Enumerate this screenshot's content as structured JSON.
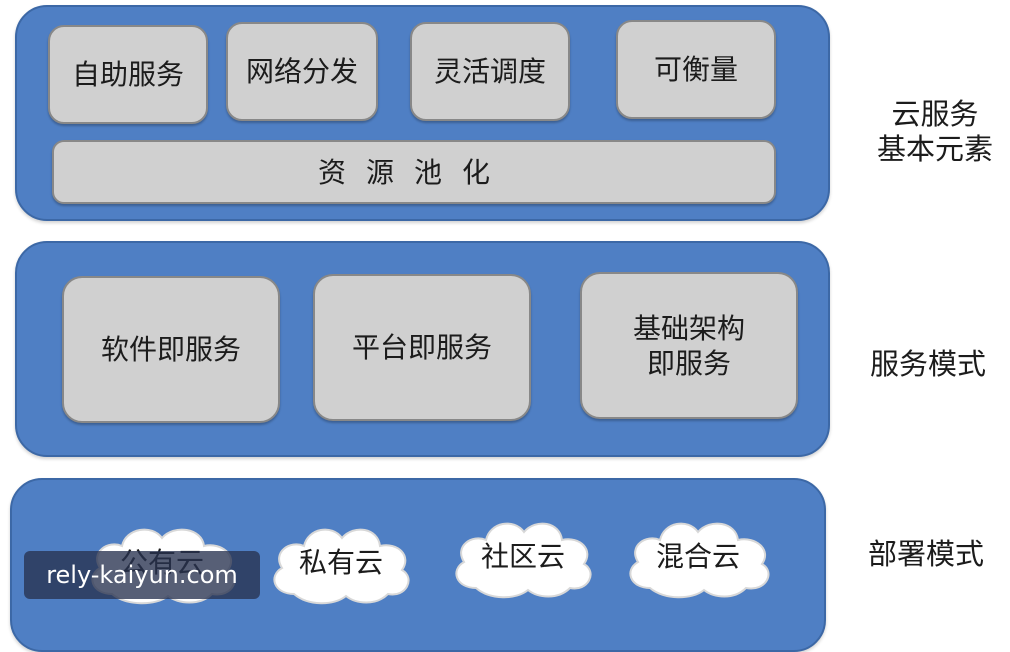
{
  "layer1": {
    "boxes": [
      "自助服务",
      "网络分发",
      "灵活调度",
      "可衡量"
    ],
    "pool": "资源池化",
    "side_label": "云服务\n基本元素"
  },
  "layer2": {
    "boxes": [
      "软件即服务",
      "平台即服务",
      "基础架构\n即服务"
    ],
    "side_label": "服务模式"
  },
  "layer3": {
    "clouds": [
      "公有云",
      "私有云",
      "社区云",
      "混合云"
    ],
    "side_label": "部署模式"
  },
  "watermark": "rely-kaiyun.com",
  "colors": {
    "band": "#4f7fc4",
    "box": "#d0d0d0",
    "cloud": "#ffffff"
  }
}
